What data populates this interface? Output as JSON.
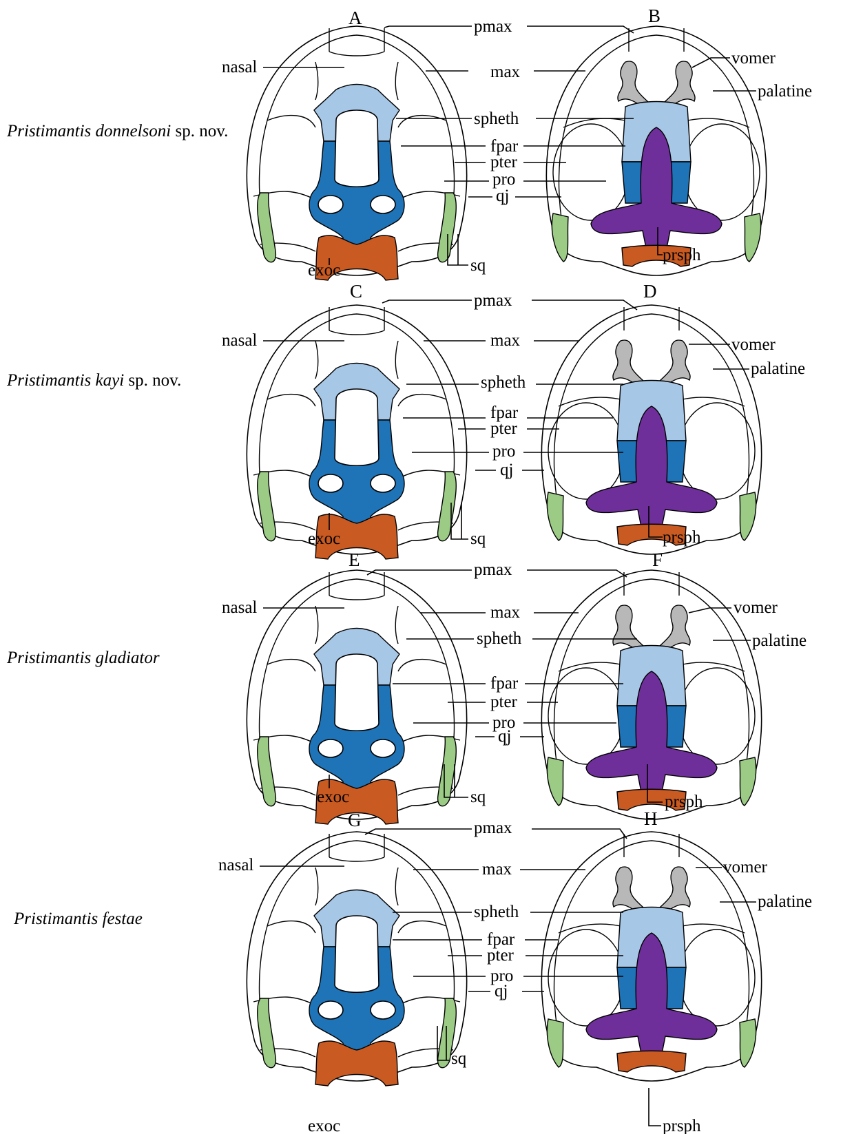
{
  "panels": [
    "A",
    "B",
    "C",
    "D",
    "E",
    "F",
    "G",
    "H"
  ],
  "species": [
    {
      "genus": "Pristimantis",
      "epithet": "donnelsoni",
      "suffix": "sp. nov."
    },
    {
      "genus": "Pristimantis",
      "epithet": "kayi",
      "suffix": "sp. nov."
    },
    {
      "genus": "Pristimantis",
      "epithet": "gladiator",
      "suffix": ""
    },
    {
      "genus": "Pristimantis",
      "epithet": "festae",
      "suffix": ""
    }
  ],
  "labels": {
    "pmax": "pmax",
    "max": "max",
    "nasal": "nasal",
    "vomer": "vomer",
    "palatine": "palatine",
    "spheth": "spheth",
    "fpar": "fpar",
    "pter": "pter",
    "pro": "pro",
    "qj": "qj",
    "sq": "sq",
    "exoc": "exoc",
    "prsph": "prsph"
  },
  "colors": {
    "spheth": "#a7c7e7",
    "fpar": "#1f73b7",
    "exoc": "#c95a22",
    "sq": "#9ccb86",
    "prsph": "#6e2f9a",
    "vomer": "#b8b8b8"
  }
}
